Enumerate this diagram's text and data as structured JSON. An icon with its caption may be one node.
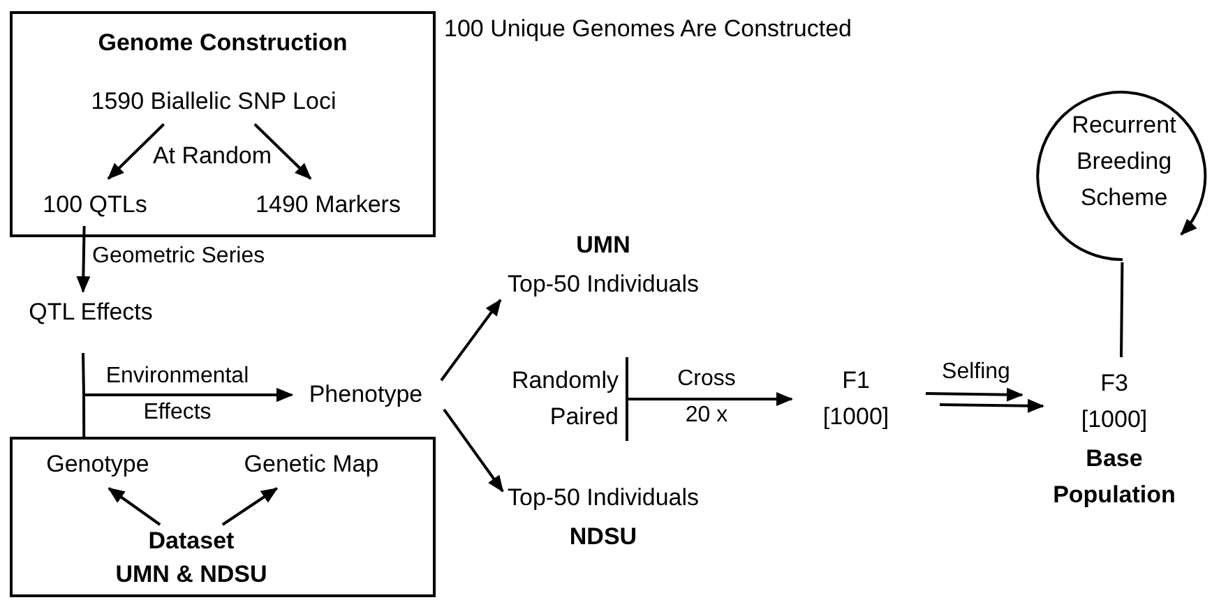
{
  "diagram": {
    "nodes": [
      {
        "text": [
          "Genome Construction"
        ]
      },
      {
        "text": [
          "1590 Biallelic SNP Loci"
        ],
        "in": 0
      },
      {
        "text": [
          "100 QTLs"
        ],
        "in": 0
      },
      {
        "text": [
          "1490 Markers"
        ],
        "in": 0
      },
      {
        "text": [
          "QTL Effects"
        ]
      },
      {
        "text": [
          "Phenotype"
        ]
      },
      {
        "text": [],
        "shape": "box"
      },
      {
        "text": [
          "Genotype"
        ],
        "in": 6
      },
      {
        "text": [
          "Genetic Map"
        ],
        "in": 6
      },
      {
        "text": [
          "Dataset",
          "UMN & NDSU"
        ],
        "in": 6
      },
      {
        "text": [
          "UMN",
          "Top-50 Individuals"
        ]
      },
      {
        "text": [
          "Top-50 Individuals",
          "NDSU"
        ]
      },
      {
        "text": [
          "Randomly Paired"
        ]
      },
      {
        "text": [
          "F1",
          "[1000]"
        ]
      },
      {
        "text": [
          "F3",
          "[1000]",
          "Base Population"
        ]
      },
      {
        "text": [
          "Recurrent Breeding Scheme"
        ]
      }
    ],
    "edges": [
      {
        "from": 1,
        "to": 2,
        "arrow": "to"
      },
      {
        "from": 1,
        "to": 3,
        "arrow": "to"
      },
      {
        "from": 2,
        "to": 4,
        "arrow": "to",
        "label": "Geometric Series"
      },
      {
        "from": 4,
        "to": 5,
        "arrow": "to",
        "label": "Environmental Effects"
      },
      {
        "from": 6,
        "to": 5,
        "arrow": "to"
      },
      {
        "from": 9,
        "to": 7,
        "arrow": "to"
      },
      {
        "from": 9,
        "to": 8,
        "arrow": "to"
      },
      {
        "from": 5,
        "to": 10,
        "arrow": "to"
      },
      {
        "from": 5,
        "to": 11,
        "arrow": "to"
      },
      {
        "from": 12,
        "to": 13,
        "arrow": "to",
        "label": "Cross 20 x"
      },
      {
        "from": 13,
        "to": 14,
        "arrow": "to",
        "label": "Selfing"
      },
      {
        "from": 13,
        "to": 14,
        "arrow": "to"
      },
      {
        "from": 14,
        "to": 15,
        "arrow": "none"
      }
    ],
    "labels": [
      "100 Unique Genomes Are Constructed",
      "At Random"
    ]
  }
}
